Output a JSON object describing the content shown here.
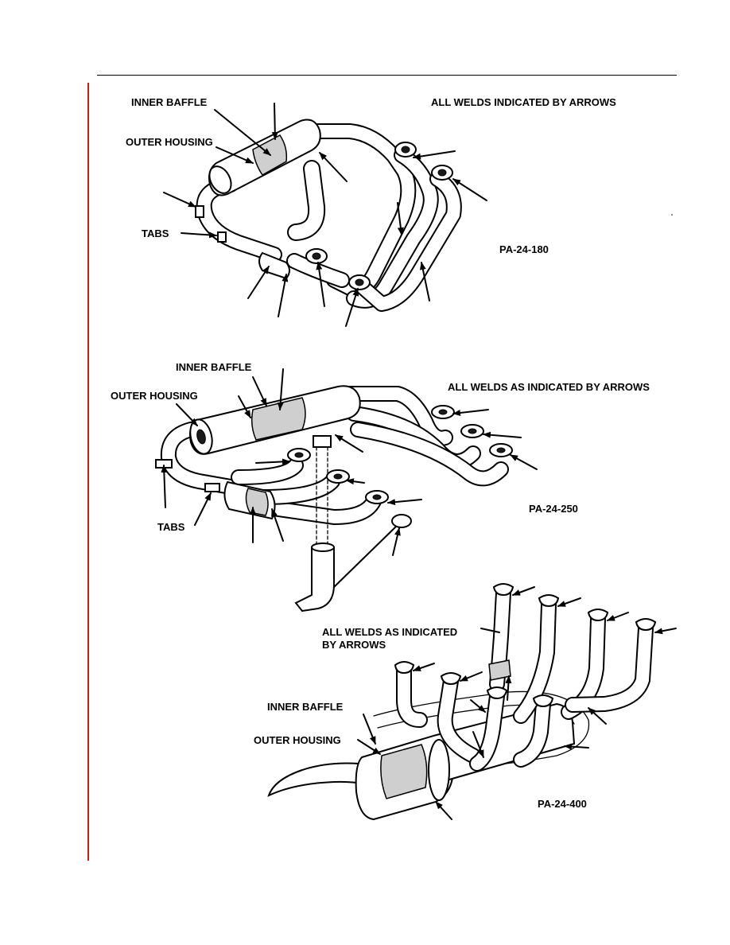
{
  "labels": {
    "d1_inner_baffle": "INNER BAFFLE",
    "d1_outer_housing": "OUTER HOUSING",
    "d1_tabs": "TABS",
    "d1_welds": "ALL WELDS INDICATED BY ARROWS",
    "d1_model": "PA-24-180",
    "d2_inner_baffle": "INNER BAFFLE",
    "d2_outer_housing": "OUTER HOUSING",
    "d2_tabs": "TABS",
    "d2_welds": "ALL WELDS AS INDICATED BY ARROWS",
    "d2_model": "PA-24-250",
    "d3_welds_line1": "ALL WELDS AS INDICATED",
    "d3_welds_line2": "BY ARROWS",
    "d3_inner_baffle": "INNER BAFFLE",
    "d3_outer_housing": "OUTER HOUSING",
    "d3_model": "PA-24-400"
  },
  "colors": {
    "revision_bar": "#d01818",
    "ink": "#000000"
  }
}
